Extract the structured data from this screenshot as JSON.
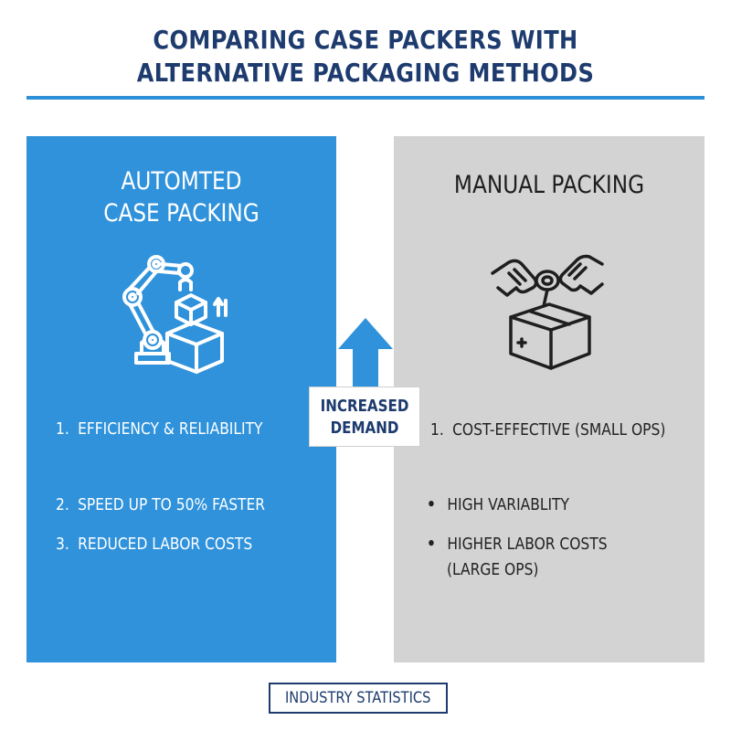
{
  "title": {
    "line1": "COMPARING CASE PACKERS WITH",
    "line2": "ALTERNATIVE PACKAGING METHODS"
  },
  "automated": {
    "heading_line1": "AUTOMTED",
    "heading_line2": "CASE PACKING",
    "icon": "robotic-arm-with-boxes",
    "items": [
      {
        "num": "1.",
        "text": "EFFICIENCY & RELIABILITY"
      },
      {
        "num": "2.",
        "text": "SPEED UP TO 50% FASTER"
      },
      {
        "num": "3.",
        "text": "REDUCED LABOR COSTS"
      }
    ]
  },
  "manual": {
    "heading": "MANUAL PACKING",
    "icon": "hands-taping-box",
    "item1": {
      "num": "1.",
      "text": "COST-EFFECTIVE (SMALL OPS)"
    },
    "bullets": [
      {
        "text": "HIGH VARIABLITY"
      },
      {
        "text_line1": "HIGHER LABOR COSTS",
        "text_line2": "(LARGE OPS)"
      }
    ]
  },
  "center": {
    "arrow_icon": "up-arrow",
    "label_line1": "INCREASED",
    "label_line2": "DEMAND"
  },
  "footer": {
    "label": "INDUSTRY STATISTICS"
  },
  "colors": {
    "navy": "#1d3b6e",
    "blue": "#2f92db",
    "gray": "#d3d3d3"
  }
}
